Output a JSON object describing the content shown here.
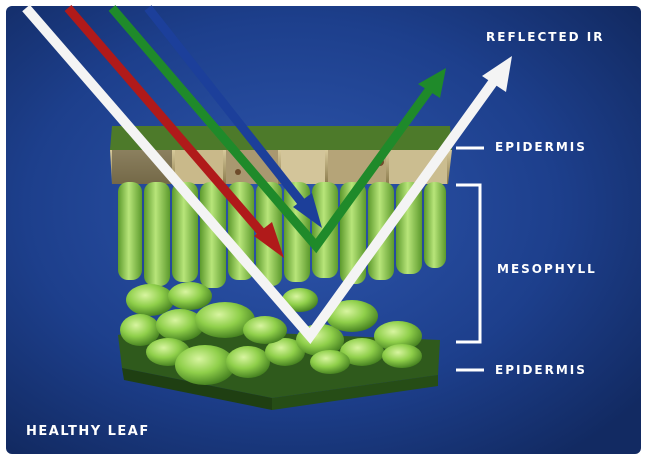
{
  "labels": {
    "reflected_ir": "REFLECTED IR",
    "epidermis_top": "EPIDERMIS",
    "mesophyll": "MESOPHYLL",
    "epidermis_bottom": "EPIDERMIS",
    "healthy_leaf": "HEALTHY LEAF"
  },
  "colors": {
    "background": "#1e3f8f",
    "frame": "#ffffff",
    "red_ray": "#b01a1a",
    "green_ray": "#1f8a2a",
    "blue_ray": "#1c3f9a",
    "white_ray": "#f4f4f4",
    "leaf_cells": "#8fcf4a",
    "epidermis_tan": "#b9a878"
  }
}
